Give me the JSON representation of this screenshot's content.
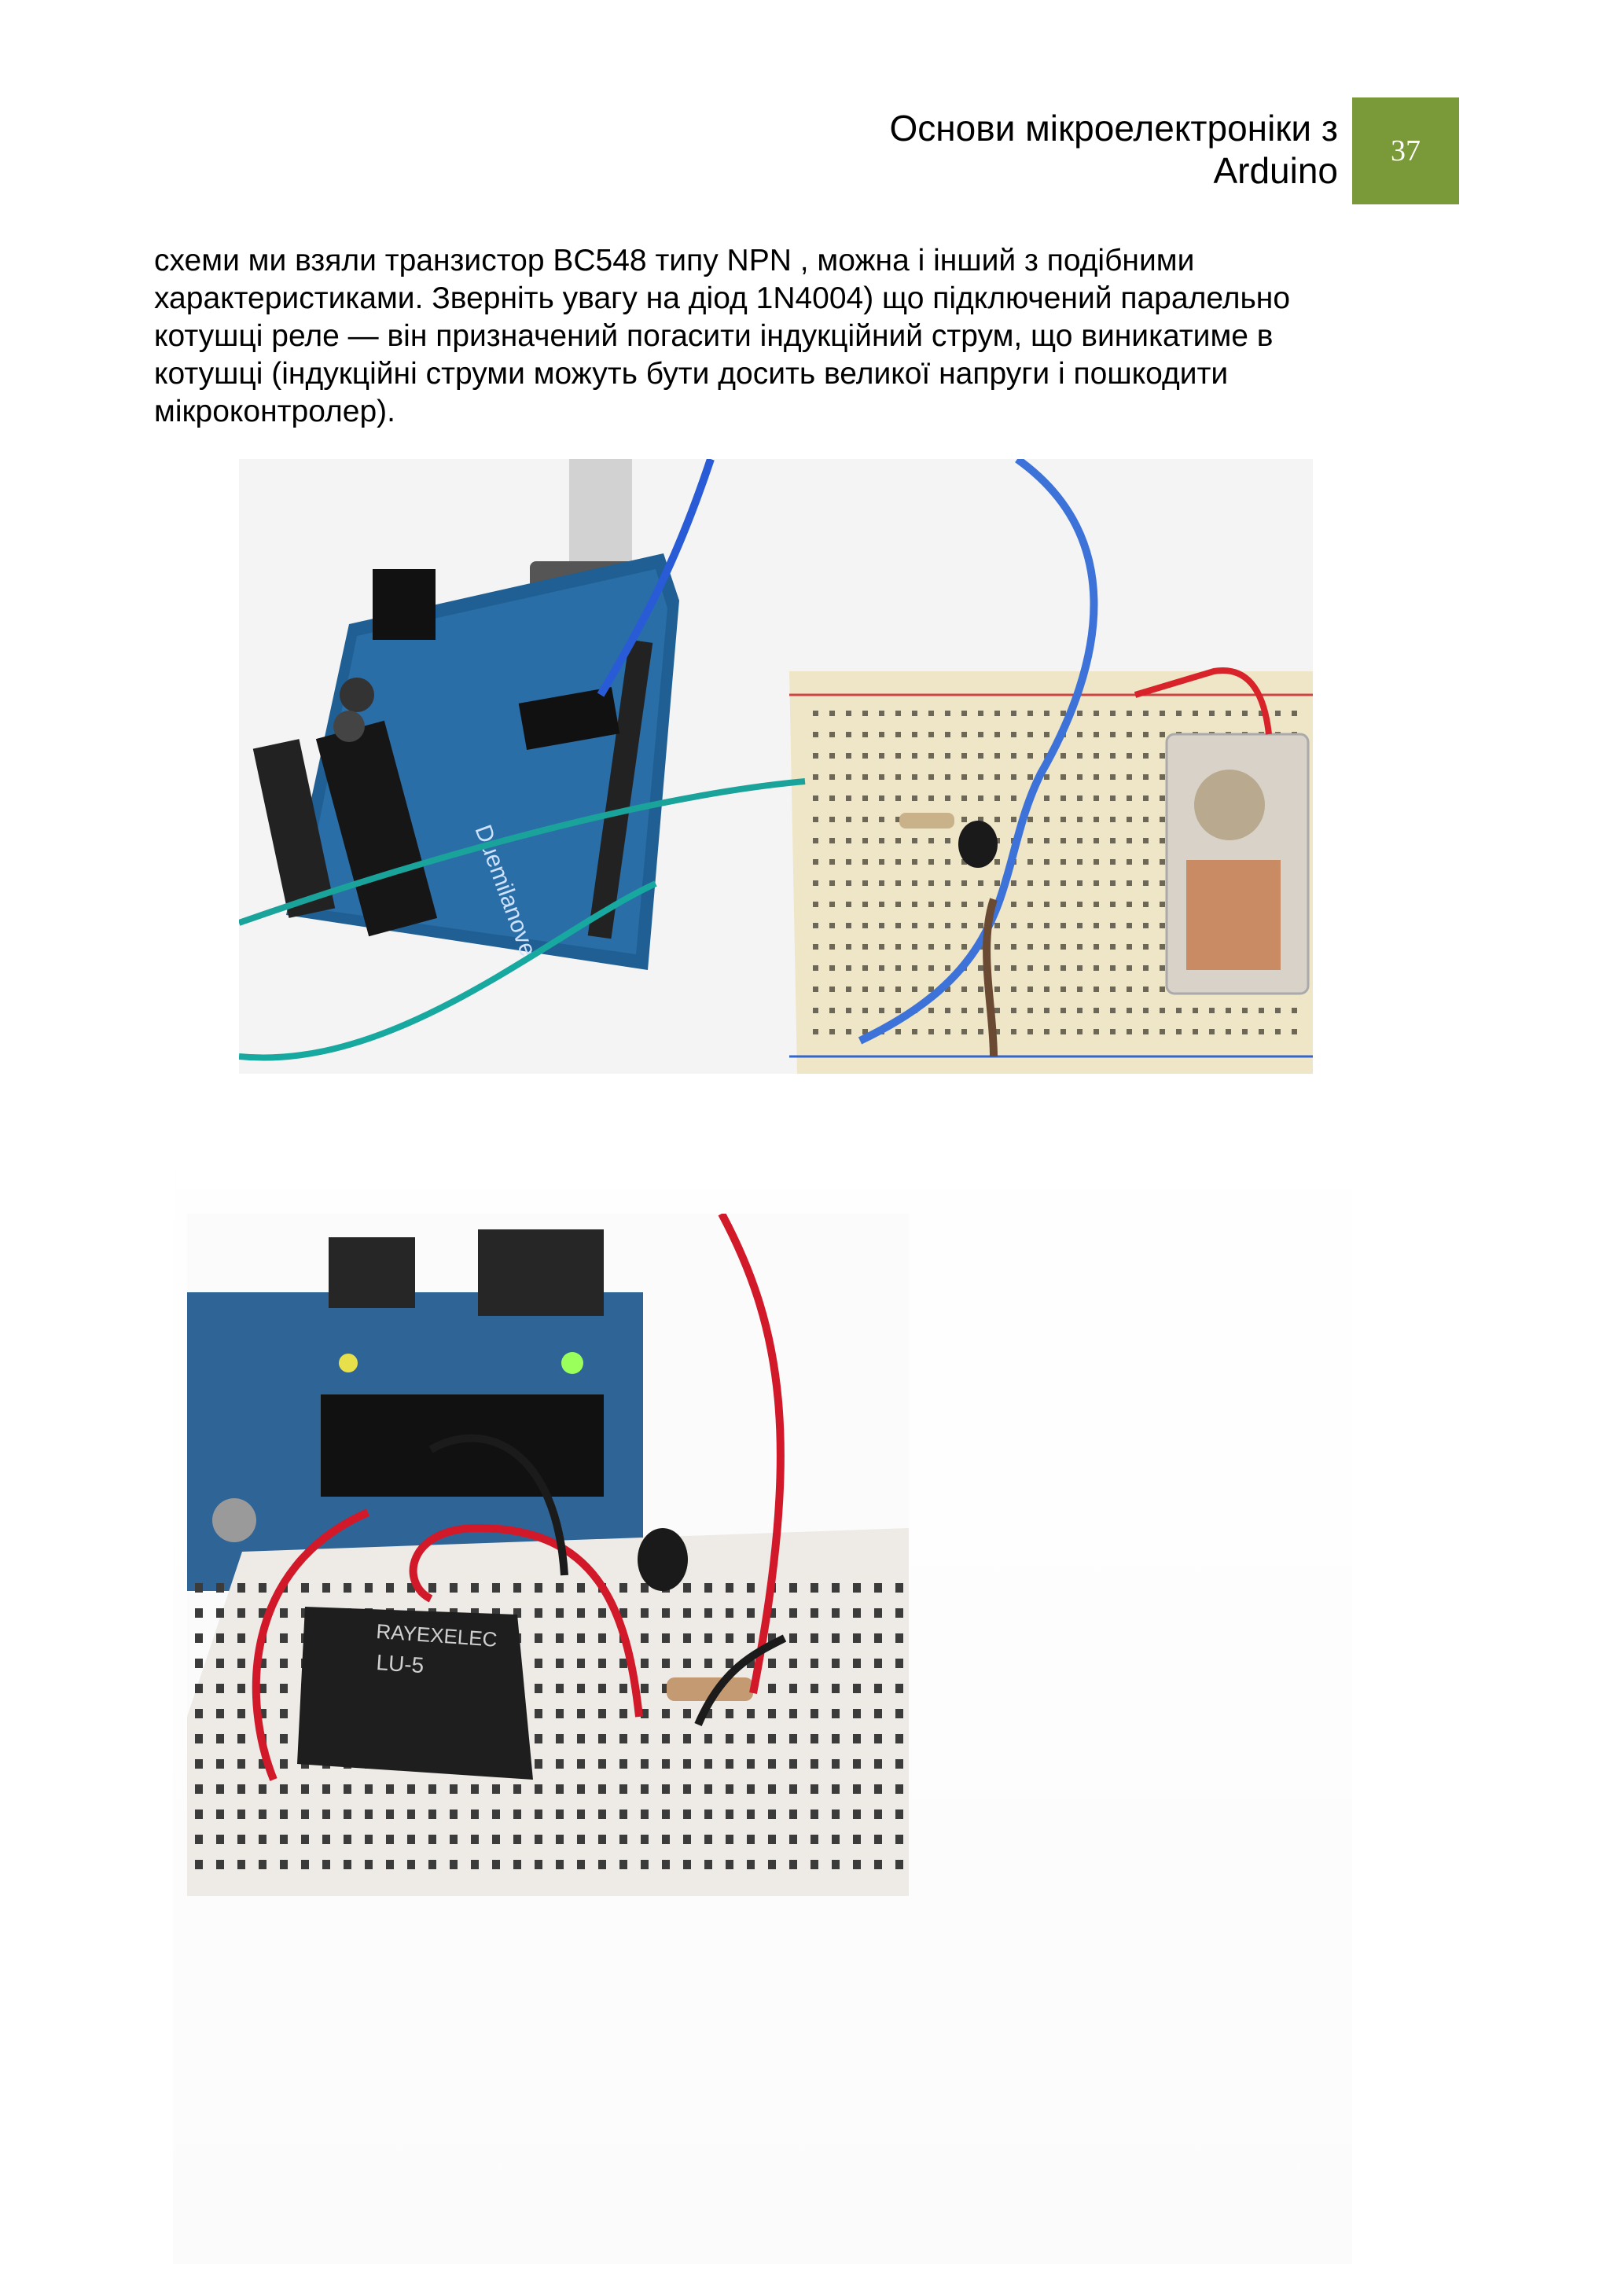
{
  "header": {
    "title_line1": "Основи мікроелектроніки з",
    "title_line2": "Arduino",
    "page_number": "37",
    "badge_color": "#7a9a3a"
  },
  "body": {
    "lines": [
      "схеми ми взяли транзистор BC548  типу NPN , можна і інший з подібними",
      "характеристиками. Зверніть увагу на діод 1N4004) що підключений паралельно",
      "котушці реле — він призначений погасити індукційний струм, що виникатиме в",
      "котушці (індукційні струми можуть бути досить великої напруги і пошкодити",
      "мікроконтролер)."
    ]
  },
  "photos": [
    {
      "subject": "arduino-duemilanove-breadboard-relay-photo"
    },
    {
      "subject": "breadboard-relay-transistor-closeup-photo"
    }
  ]
}
